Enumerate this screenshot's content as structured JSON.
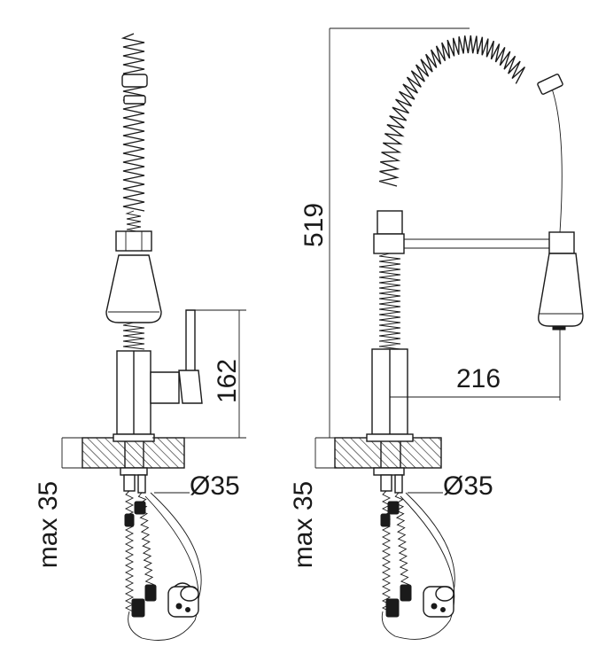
{
  "dimensions": {
    "left_lever_height": "162",
    "left_hole_diameter": "Ø35",
    "left_max_thickness": "max 35",
    "right_total_height": "519",
    "right_reach": "216",
    "right_hole_diameter": "Ø35",
    "right_max_thickness": "max 35"
  },
  "colors": {
    "line": "#1a1a1a",
    "background": "#ffffff",
    "hatch": "#1a1a1a"
  }
}
